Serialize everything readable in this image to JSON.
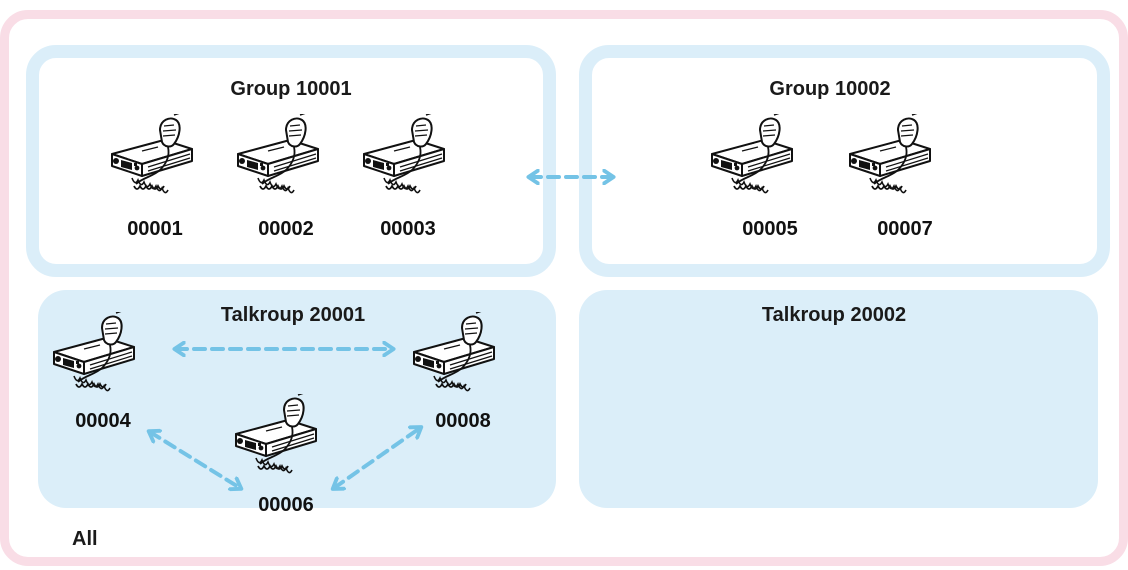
{
  "scope_label": "All",
  "groups": [
    {
      "title": "Group 10001",
      "radios": [
        "00001",
        "00002",
        "00003"
      ]
    },
    {
      "title": "Group 10002",
      "radios": [
        "00005",
        "00007"
      ]
    }
  ],
  "talkgroups": [
    {
      "title": "Talkroup 20001",
      "radios": [
        "00004",
        "00008",
        "00006"
      ]
    },
    {
      "title": "Talkroup 20002",
      "radios": []
    }
  ],
  "colors": {
    "outer_border": "#f9dde6",
    "group_border": "#dbeef9",
    "talkgroup_fill": "#dbeef9",
    "link_arrow": "#74c3e6"
  },
  "icons": {
    "radio": "mobile-radio-with-mic-icon",
    "link": "bidirectional-dashed-arrow"
  }
}
